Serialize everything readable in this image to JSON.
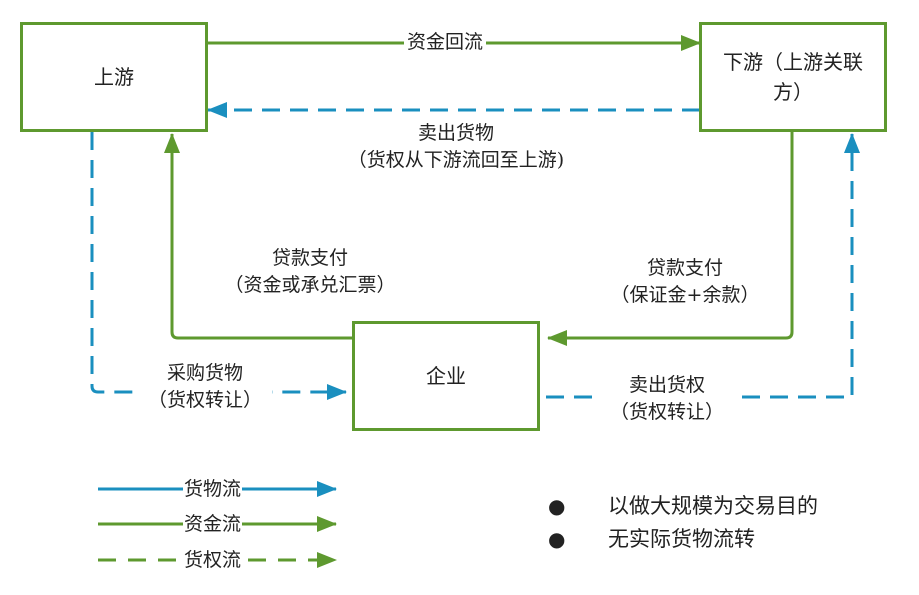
{
  "colors": {
    "goods_flow": "#1a8fbf",
    "money_flow": "#5e992f",
    "title_flow": "#5e992f",
    "box_border": "#5e992f"
  },
  "nodes": {
    "upstream": "上游",
    "downstream": "下游（上游关联方）",
    "enterprise": "企业"
  },
  "edges": {
    "capital_return": "资金回流",
    "sell_goods_line1": "卖出货物",
    "sell_goods_line2": "（货权从下游流回至上游)",
    "loan_pay_left_line1": "贷款支付",
    "loan_pay_left_line2": "（资金或承兑汇票）",
    "loan_pay_right_line1": "贷款支付",
    "loan_pay_right_line2": "（保证金+余款）",
    "purchase_line1": "采购货物",
    "purchase_line2": "（货权转让）",
    "sell_title_line1": "卖出货权",
    "sell_title_line2": "（货权转让）"
  },
  "legend": [
    {
      "label": "货物流",
      "style": "solid",
      "color": "#1a8fbf"
    },
    {
      "label": "资金流",
      "style": "solid",
      "color": "#5e992f"
    },
    {
      "label": "货权流",
      "style": "dashed",
      "color": "#5e992f"
    }
  ],
  "notes": [
    "以做大规模为交易目的",
    "无实际货物流转"
  ],
  "bullet_glyph": "●"
}
